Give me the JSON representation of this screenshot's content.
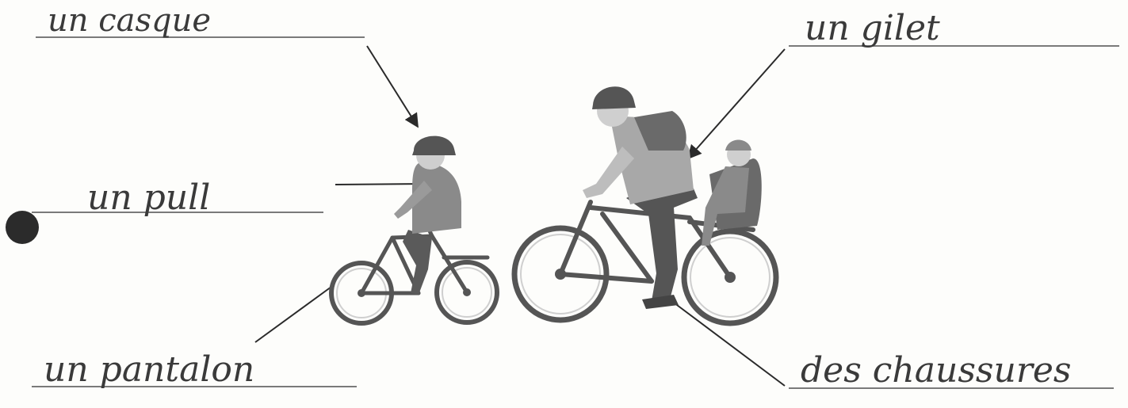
{
  "labels": {
    "casque": "un casque",
    "pull": "un pull",
    "pantalon": "un pantalon",
    "gilet": "un gilet",
    "chaussures": "des chaussures"
  },
  "colors": {
    "ink": "#3a3a3a",
    "line": "#6a6a6a",
    "figure": "#555555",
    "light": "#bdbdbd",
    "dot": "#2b2b2b"
  }
}
